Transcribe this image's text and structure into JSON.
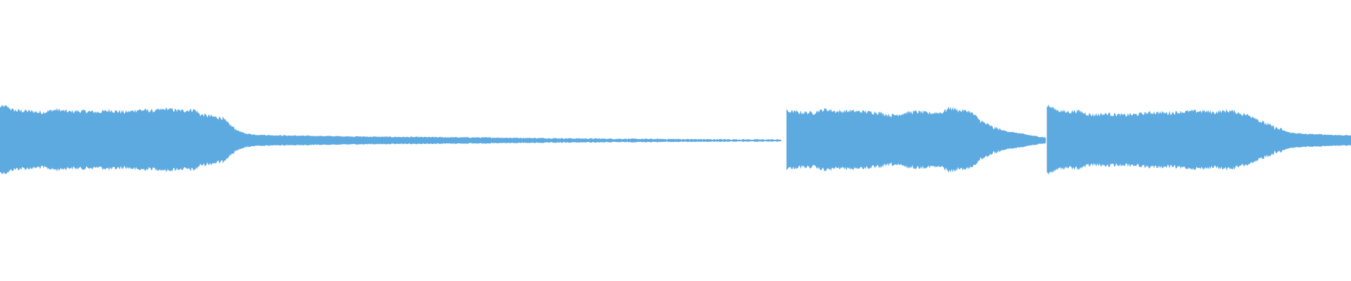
{
  "waveform": {
    "color": "#5DAAE1",
    "background": "#FFFFFF",
    "segments": [
      {
        "name": "clip-1",
        "envelope": [
          [
            0.0,
            0.96
          ],
          [
            0.02,
            0.98
          ],
          [
            0.05,
            0.86
          ],
          [
            0.1,
            0.84
          ],
          [
            0.15,
            0.8
          ],
          [
            0.2,
            0.88
          ],
          [
            0.25,
            0.82
          ],
          [
            0.3,
            0.84
          ],
          [
            0.35,
            0.81
          ],
          [
            0.4,
            0.86
          ],
          [
            0.45,
            0.8
          ],
          [
            0.5,
            0.88
          ],
          [
            0.55,
            0.84
          ],
          [
            0.6,
            0.9
          ],
          [
            0.65,
            0.85
          ],
          [
            0.7,
            0.88
          ],
          [
            0.72,
            0.74
          ],
          [
            0.75,
            0.7
          ],
          [
            0.8,
            0.64
          ],
          [
            0.82,
            0.48
          ],
          [
            0.85,
            0.3
          ],
          [
            0.88,
            0.2
          ],
          [
            0.92,
            0.16
          ],
          [
            1.0,
            0.14
          ]
        ]
      },
      {
        "name": "clip-1-tail",
        "envelope": [
          [
            0.0,
            0.14
          ],
          [
            0.1,
            0.12
          ],
          [
            0.2,
            0.1
          ],
          [
            0.3,
            0.09
          ],
          [
            0.4,
            0.08
          ],
          [
            0.5,
            0.065
          ],
          [
            0.6,
            0.05
          ],
          [
            0.7,
            0.04
          ],
          [
            0.8,
            0.032
          ],
          [
            0.9,
            0.025
          ],
          [
            1.0,
            0.02
          ]
        ]
      },
      {
        "name": "clip-2",
        "envelope": [
          [
            0.0,
            0.84
          ],
          [
            0.05,
            0.8
          ],
          [
            0.1,
            0.79
          ],
          [
            0.15,
            0.89
          ],
          [
            0.2,
            0.82
          ],
          [
            0.25,
            0.84
          ],
          [
            0.3,
            0.82
          ],
          [
            0.35,
            0.8
          ],
          [
            0.4,
            0.71
          ],
          [
            0.45,
            0.77
          ],
          [
            0.5,
            0.82
          ],
          [
            0.55,
            0.78
          ],
          [
            0.6,
            0.8
          ],
          [
            0.63,
            0.93
          ],
          [
            0.67,
            0.85
          ],
          [
            0.7,
            0.84
          ],
          [
            0.72,
            0.76
          ],
          [
            0.75,
            0.55
          ],
          [
            0.8,
            0.35
          ],
          [
            0.85,
            0.26
          ],
          [
            0.9,
            0.2
          ],
          [
            0.95,
            0.13
          ],
          [
            1.0,
            0.08
          ]
        ]
      },
      {
        "name": "clip-3",
        "envelope": [
          [
            0.0,
            1.0
          ],
          [
            0.03,
            0.88
          ],
          [
            0.06,
            0.81
          ],
          [
            0.1,
            0.84
          ],
          [
            0.15,
            0.72
          ],
          [
            0.2,
            0.76
          ],
          [
            0.25,
            0.72
          ],
          [
            0.3,
            0.75
          ],
          [
            0.35,
            0.8
          ],
          [
            0.4,
            0.78
          ],
          [
            0.45,
            0.82
          ],
          [
            0.5,
            0.84
          ],
          [
            0.55,
            0.8
          ],
          [
            0.6,
            0.85
          ],
          [
            0.65,
            0.74
          ],
          [
            0.68,
            0.68
          ],
          [
            0.7,
            0.55
          ],
          [
            0.75,
            0.36
          ],
          [
            0.8,
            0.22
          ],
          [
            0.85,
            0.18
          ],
          [
            0.9,
            0.17
          ],
          [
            0.95,
            0.15
          ],
          [
            1.0,
            0.14
          ]
        ]
      }
    ]
  }
}
